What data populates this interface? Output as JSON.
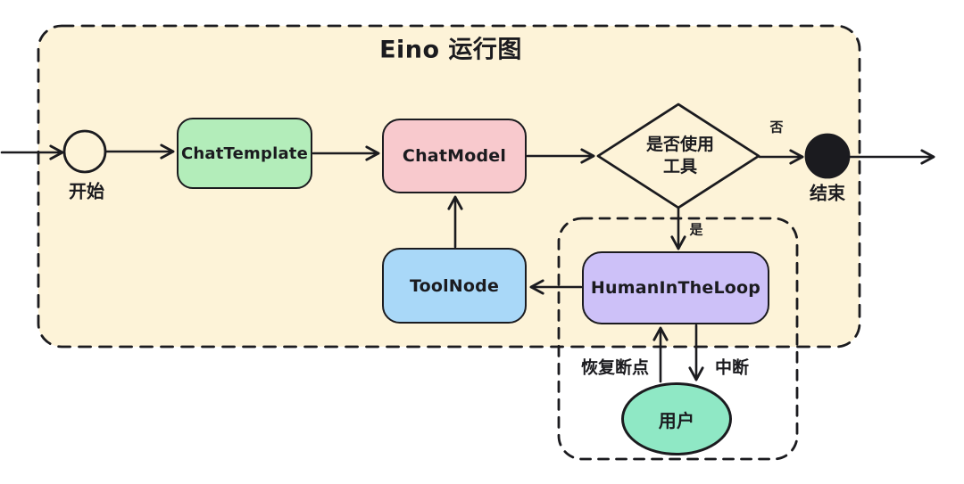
{
  "diagram": {
    "title": "Eino 运行图",
    "colors": {
      "page_bg": "#ffffff",
      "stroke": "#1b1b1f",
      "container_fill": "#fdf3d8"
    },
    "nodes": {
      "start": {
        "label": "开始",
        "fill": "transparent"
      },
      "chat_template": {
        "label": "ChatTemplate",
        "fill": "#b3edba"
      },
      "chat_model": {
        "label": "ChatModel",
        "fill": "#f8c9cd"
      },
      "use_tools_decision": {
        "label_line1": "是否使用",
        "label_line2": "工具"
      },
      "end": {
        "label": "结束",
        "fill": "#1b1b1f"
      },
      "tool_node": {
        "label": "ToolNode",
        "fill": "#a9d8f8"
      },
      "human_in_the_loop": {
        "label": "HumanInTheLoop",
        "fill": "#cdc1f8"
      },
      "user": {
        "label": "用户",
        "fill": "#8fe8c5"
      }
    },
    "edge_labels": {
      "no": "否",
      "yes": "是",
      "resume": "恢复断点",
      "interrupt": "中断"
    }
  }
}
